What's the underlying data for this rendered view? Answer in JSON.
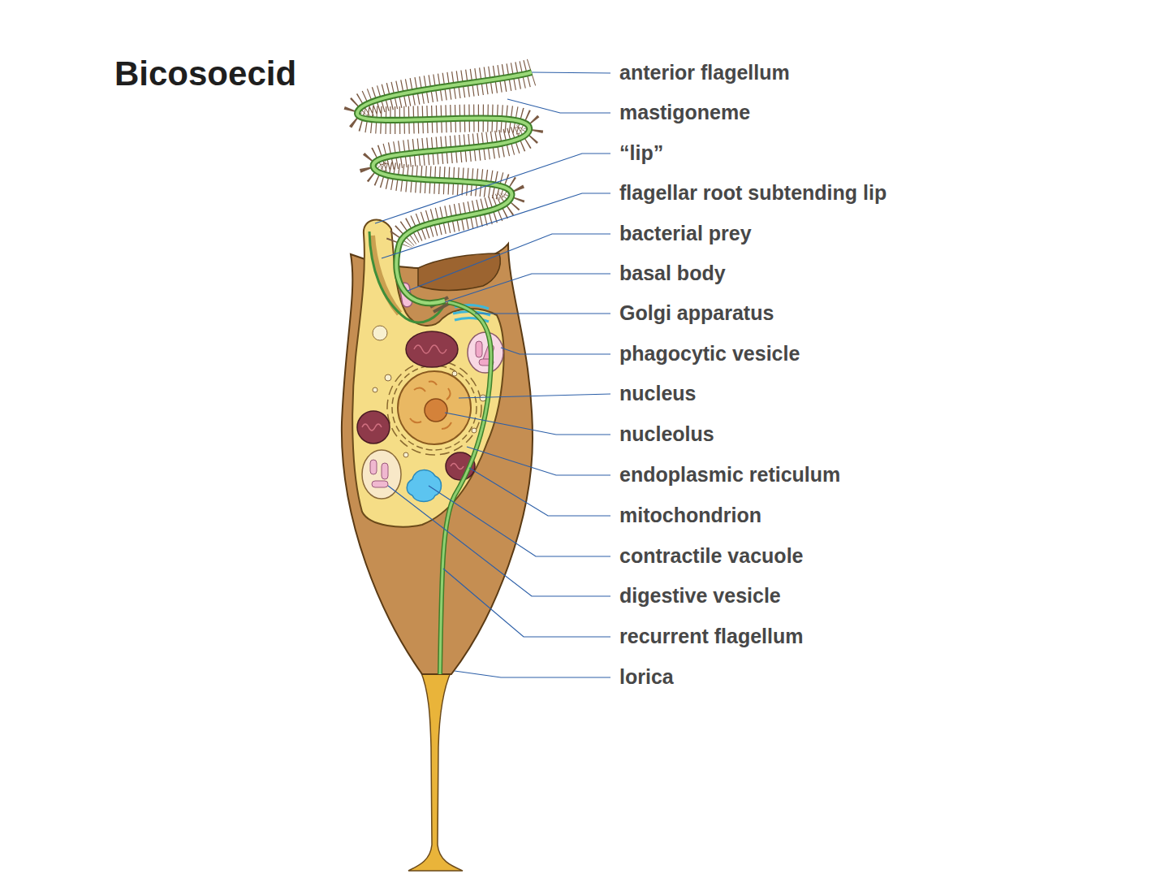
{
  "diagram": {
    "title": "Bicosoecid",
    "labels": [
      "anterior flagellum",
      "mastigoneme",
      "“lip”",
      "flagellar root subtending lip",
      "bacterial prey",
      "basal body",
      "Golgi apparatus",
      "phagocytic vesicle",
      "nucleus",
      "nucleolus",
      "endoplasmic reticulum",
      "mitochondrion",
      "contractile vacuole",
      "digestive vesicle",
      "recurrent flagellum",
      "lorica"
    ]
  }
}
